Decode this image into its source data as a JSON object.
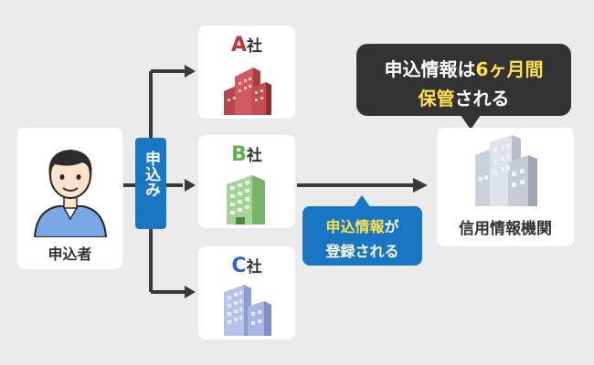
{
  "applicant": {
    "label": "申込者"
  },
  "apply_label": "申込み",
  "companies": [
    {
      "letter": "A",
      "suffix": "社",
      "letter_color": "#c8323c"
    },
    {
      "letter": "B",
      "suffix": "社",
      "letter_color": "#5fb24a"
    },
    {
      "letter": "C",
      "suffix": "社",
      "letter_color": "#3a63b8"
    }
  ],
  "agency": {
    "label": "信用情報機関"
  },
  "blue_callout": {
    "line1_highlight": "申込情報",
    "line1_rest": "が",
    "line2": "登録される"
  },
  "dark_callout": {
    "line1_prefix": "申込情報は",
    "line1_highlight": "6ヶ月間",
    "line2_highlight": "保管",
    "line2_rest": "される"
  },
  "colors": {
    "background": "#ebebeb",
    "accent_blue": "#1976c2",
    "highlight_yellow": "#ffe14a",
    "dark_box": "#333333",
    "arrow": "#3a3a3a"
  }
}
